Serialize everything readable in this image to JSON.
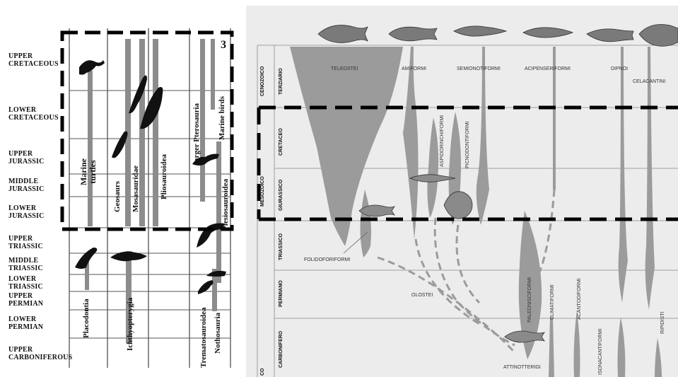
{
  "left_chart": {
    "periods": [
      "UPPER\nCRETACEOUS",
      "LOWER\nCRETACEOUS",
      "UPPER\nJURASSIC",
      "MIDDLE\nJURASSIC",
      "LOWER\nJURASSIC",
      "UPPER\nTRIASSIC",
      "MIDDLE\nTRIASSIC",
      "LOWER\nTRIASSIC",
      "UPPER\nPERMIAN",
      "LOWER\nPERMIAN",
      "UPPER\nCARBONIFEROUS"
    ],
    "groups": {
      "marine_turtles": "Marine\nturtles",
      "geosaurs": "Geosaurs",
      "mosasauridae": "Mosasauridae",
      "pliosauroidea": "Pliosauroidea",
      "larger_pterosauria": "larger Pterosauria",
      "marine_birds": "Marine birds",
      "plesiosauroidea": "Plesiosauroidea",
      "placodontia": "Placodontia",
      "ichthyopterygia": "Ichthyopterygia",
      "trematosauroidea": "Trematosauroidea",
      "nothosauria": "Nothosauria",
      "corner_number": "3"
    }
  },
  "right_chart": {
    "eras": {
      "cenozoico": "CENOZOICO",
      "mesozoico": "MESOZOICO",
      "paleozoico_partial": "CO"
    },
    "periods": {
      "terziario": "TERZIARIO",
      "cretaceo": "CRETACEO",
      "giurassico": "GIURASSICO",
      "triassico": "TRIASSICO",
      "permiano": "PERMIANO",
      "carbonifero": "CARBONIFERO"
    },
    "clades": {
      "teleostei": "TELEOSTEI",
      "amiformi": "AMIFORMI",
      "semionotiformi": "SEMIONOTIFORMI",
      "acipenseriformi": "ACIPENSERIFORMI",
      "dipnoi": "DIPNOI",
      "celacantini": "CELACANTINI",
      "aspidorinchiformi": "ASPIDORINCHIFORMI",
      "picnodontiformi": "PICNODONTIFORMI",
      "folidoforiformi": "FOLIDOFORIFORMI",
      "olostei": "OLOSTEI",
      "paleonisciformi": "PALEONISCIFORMI",
      "climatiformi": "CLIMATIFORMI",
      "acantodiformi": "ACANTODIFORMI",
      "isonacantiformi": "ISONACANTIFORMI",
      "ripidisti": "RIPIDISTI",
      "attinotterigi": "ATTINOTTERIGI"
    }
  },
  "colors": {
    "lineage_fill": "#9b9b9b",
    "background_right": "#ececec",
    "dashed_box": "#000000"
  }
}
